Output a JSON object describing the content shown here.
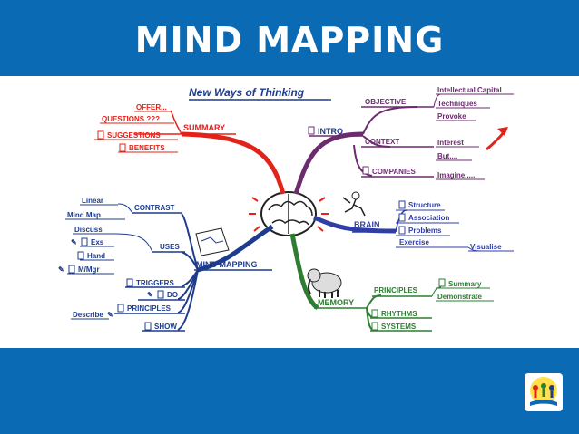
{
  "title": "MIND MAPPING",
  "subtitle": "New Ways of Thinking",
  "center": "MIND MAPPING",
  "summary": {
    "label": "SUMMARY",
    "items": [
      "OFFER...",
      "QUESTIONS ???",
      "SUGGESTIONS",
      "BENEFITS"
    ]
  },
  "intro": {
    "label": "INTRO",
    "objective": "OBJECTIVE",
    "objective_items": [
      "Intellectual Capital",
      "Techniques",
      "Provoke"
    ],
    "context": "CONTEXT",
    "context_items": [
      "Interest",
      "But...."
    ],
    "companies": "COMPANIES",
    "companies_items": [
      "Imagine....."
    ]
  },
  "contrast": {
    "label": "CONTRAST",
    "items": [
      "Linear",
      "Mind Map"
    ]
  },
  "uses": {
    "label": "USES",
    "items": [
      "Discuss",
      "Exs",
      "Hand",
      "M/Mgr"
    ]
  },
  "brain": {
    "label": "BRAIN",
    "items": [
      "Structure",
      "Association",
      "Problems",
      "Exercise"
    ],
    "sub": "Visualise"
  },
  "left_bottom": {
    "items": [
      "TRIGGERS",
      "DO",
      "PRINCIPLES",
      "SHOW"
    ],
    "describe": "Describe"
  },
  "memory": {
    "label": "MEMORY",
    "principles": "PRINCIPLES",
    "principles_items": [
      "Summary",
      "Demonstrate"
    ],
    "items": [
      "RHYTHMS",
      "SYSTEMS"
    ]
  },
  "colors": {
    "header": "#0a6ab3",
    "red": "#e2231a",
    "purple": "#6b2c6e",
    "navy": "#1e3c8c",
    "blue": "#2f3ea5",
    "green": "#2e7d32"
  }
}
